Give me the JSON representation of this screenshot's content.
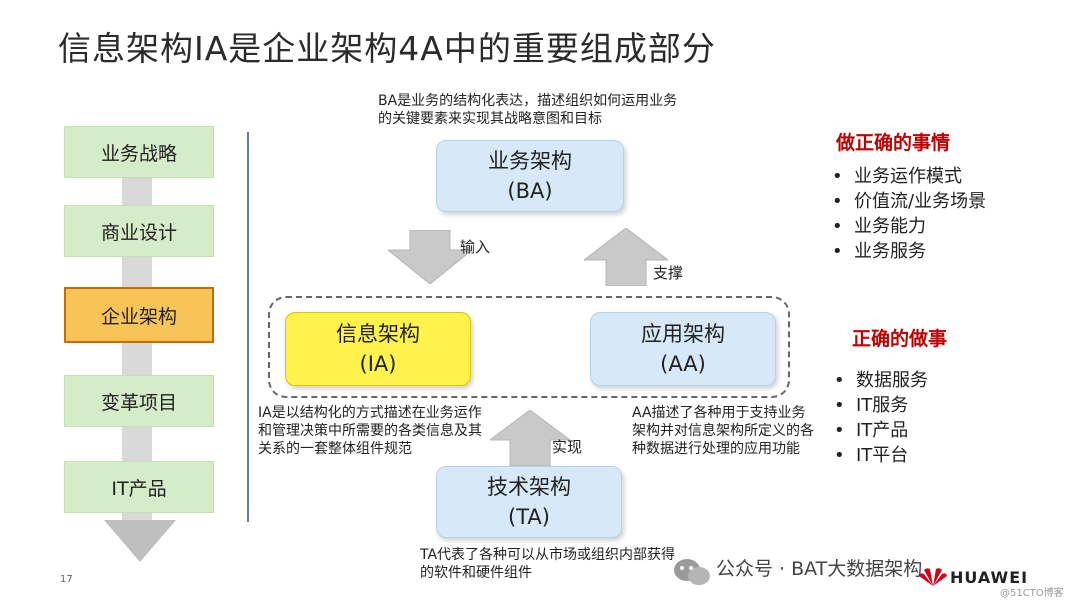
{
  "title": "信息架构IA是企业架构4A中的重要组成部分",
  "process_steps": [
    "业务战略",
    "商业设计",
    "企业架构",
    "变革项目",
    "IT产品"
  ],
  "ba": {
    "name": "业务架构",
    "abbr": "(BA)",
    "note": "BA是业务的结构化表达，描述组织如何运用业务的关键要素来实现其战略意图和目标"
  },
  "ia": {
    "name": "信息架构",
    "abbr": "(IA)",
    "note": "IA是以结构化的方式描述在业务运作和管理决策中所需要的各类信息及其关系的一套整体组件规范"
  },
  "aa": {
    "name": "应用架构",
    "abbr": "(AA)",
    "note": "AA描述了各种用于支持业务架构并对信息架构所定义的各种数据进行处理的应用功能"
  },
  "ta": {
    "name": "技术架构",
    "abbr": "(TA)",
    "note": "TA代表了各种可以从市场或组织内部获得的软件和硬件组件"
  },
  "flow_labels": {
    "input": "输入",
    "support": "支撑",
    "implement": "实现"
  },
  "right_top": {
    "heading": "做正确的事情",
    "items": [
      "业务运作模式",
      "价值流/业务场景",
      "业务能力",
      "业务服务"
    ]
  },
  "right_bottom": {
    "heading": "正确的做事",
    "items": [
      "数据服务",
      "IT服务",
      "IT产品",
      "IT平台"
    ]
  },
  "page_number": "17",
  "watermark": "公众号 · BAT大数据架构",
  "brand": "HUAWEI",
  "blog_tag": "@51CTO博客",
  "colors": {
    "heading_red": "#c00000",
    "highlight_box": "#f8c457",
    "ia_yellow": "#fff24a",
    "blue_box": "#d7e9f8",
    "green_box": "#d5ecc8"
  }
}
